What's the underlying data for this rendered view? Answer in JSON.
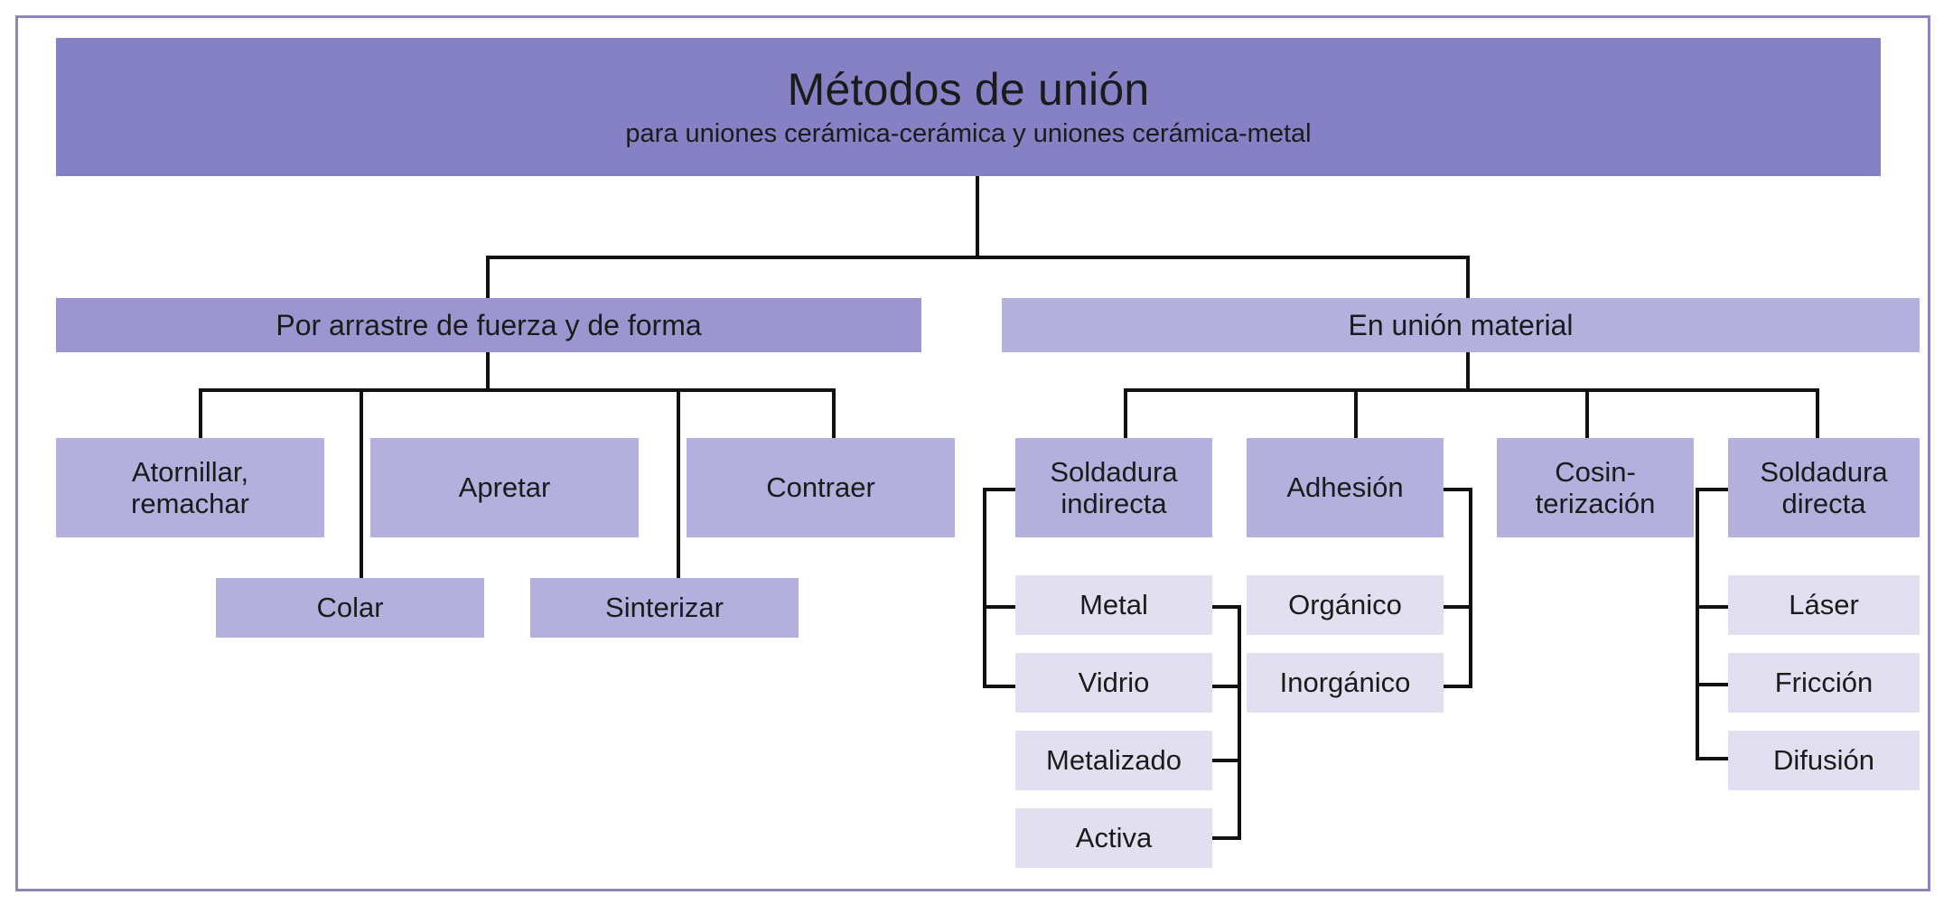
{
  "diagram": {
    "title": "Métodos de unión",
    "subtitle": "para uniones cerámica-cerámica y uniones cerámica-metal",
    "colors": {
      "frame_border": "#8b86bd",
      "level1": "#8680c4",
      "level2_left": "#9b96d0",
      "level2_right": "#b3b0dd",
      "mid": "#b3b0dd",
      "leaf": "#e2e0f0",
      "connector": "#111111",
      "text": "#1b1b1b",
      "background": "#ffffff"
    },
    "branches": {
      "left": {
        "label": "Por arrastre de fuerza y de forma",
        "top_row": [
          {
            "label": "Atornillar,\nremachar"
          },
          {
            "label": "Apretar"
          },
          {
            "label": "Contraer"
          }
        ],
        "bottom_row": [
          {
            "label": "Colar"
          },
          {
            "label": "Sinterizar"
          }
        ]
      },
      "right": {
        "label": "En unión material",
        "groups": [
          {
            "label": "Soldadura\nindirecta",
            "children": [
              {
                "label": "Metal"
              },
              {
                "label": "Vidrio"
              },
              {
                "label": "Metalizado"
              },
              {
                "label": "Activa"
              }
            ]
          },
          {
            "label": "Adhesión",
            "children": [
              {
                "label": "Orgánico"
              },
              {
                "label": "Inorgánico"
              }
            ]
          },
          {
            "label": "Cosin-\nterización",
            "children": []
          },
          {
            "label": "Soldadura\ndirecta",
            "children": [
              {
                "label": "Láser"
              },
              {
                "label": "Fricción"
              },
              {
                "label": "Difusión"
              }
            ]
          }
        ]
      }
    }
  }
}
